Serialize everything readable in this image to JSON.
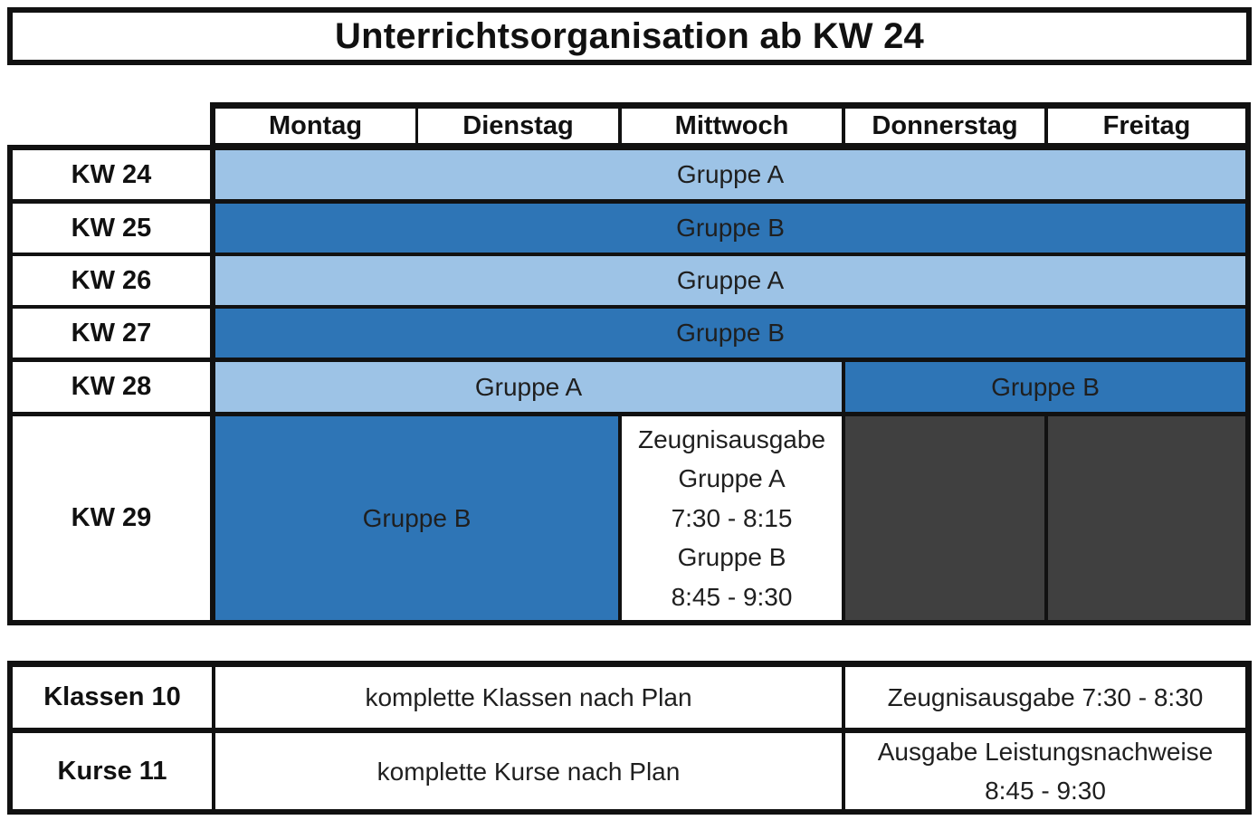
{
  "title": "Unterrichtsorganisation ab KW 24",
  "days": [
    "Montag",
    "Dienstag",
    "Mittwoch",
    "Donnerstag",
    "Freitag"
  ],
  "weeks": {
    "kw24": "KW 24",
    "kw25": "KW 25",
    "kw26": "KW 26",
    "kw27": "KW 27",
    "kw28": "KW 28",
    "kw29": "KW 29"
  },
  "schedule": {
    "kw24": "Gruppe A",
    "kw25": "Gruppe B",
    "kw26": "Gruppe A",
    "kw27": "Gruppe B",
    "kw28_left": "Gruppe A",
    "kw28_right": "Gruppe B",
    "kw29_left": "Gruppe B",
    "kw29_middle": {
      "line1": "Zeugnisausgabe",
      "line2": "Gruppe A",
      "line3": "7:30 - 8:15",
      "line4": "Gruppe B",
      "line5": "8:45 - 9:30"
    }
  },
  "bottom": {
    "row1": {
      "label": "Klassen 10",
      "text": "komplette Klassen nach  Plan",
      "right": "Zeugnisausgabe 7:30 - 8:30"
    },
    "row2": {
      "label": "Kurse 11",
      "text": "komplette Kurse nach Plan",
      "right_line1": "Ausgabe Leistungsnachweise",
      "right_line2": "8:45 - 9:30"
    }
  },
  "colors": {
    "light_blue": "#9dc3e6",
    "dark_blue": "#2e75b6",
    "dark_grey": "#404040",
    "border": "#111111"
  }
}
